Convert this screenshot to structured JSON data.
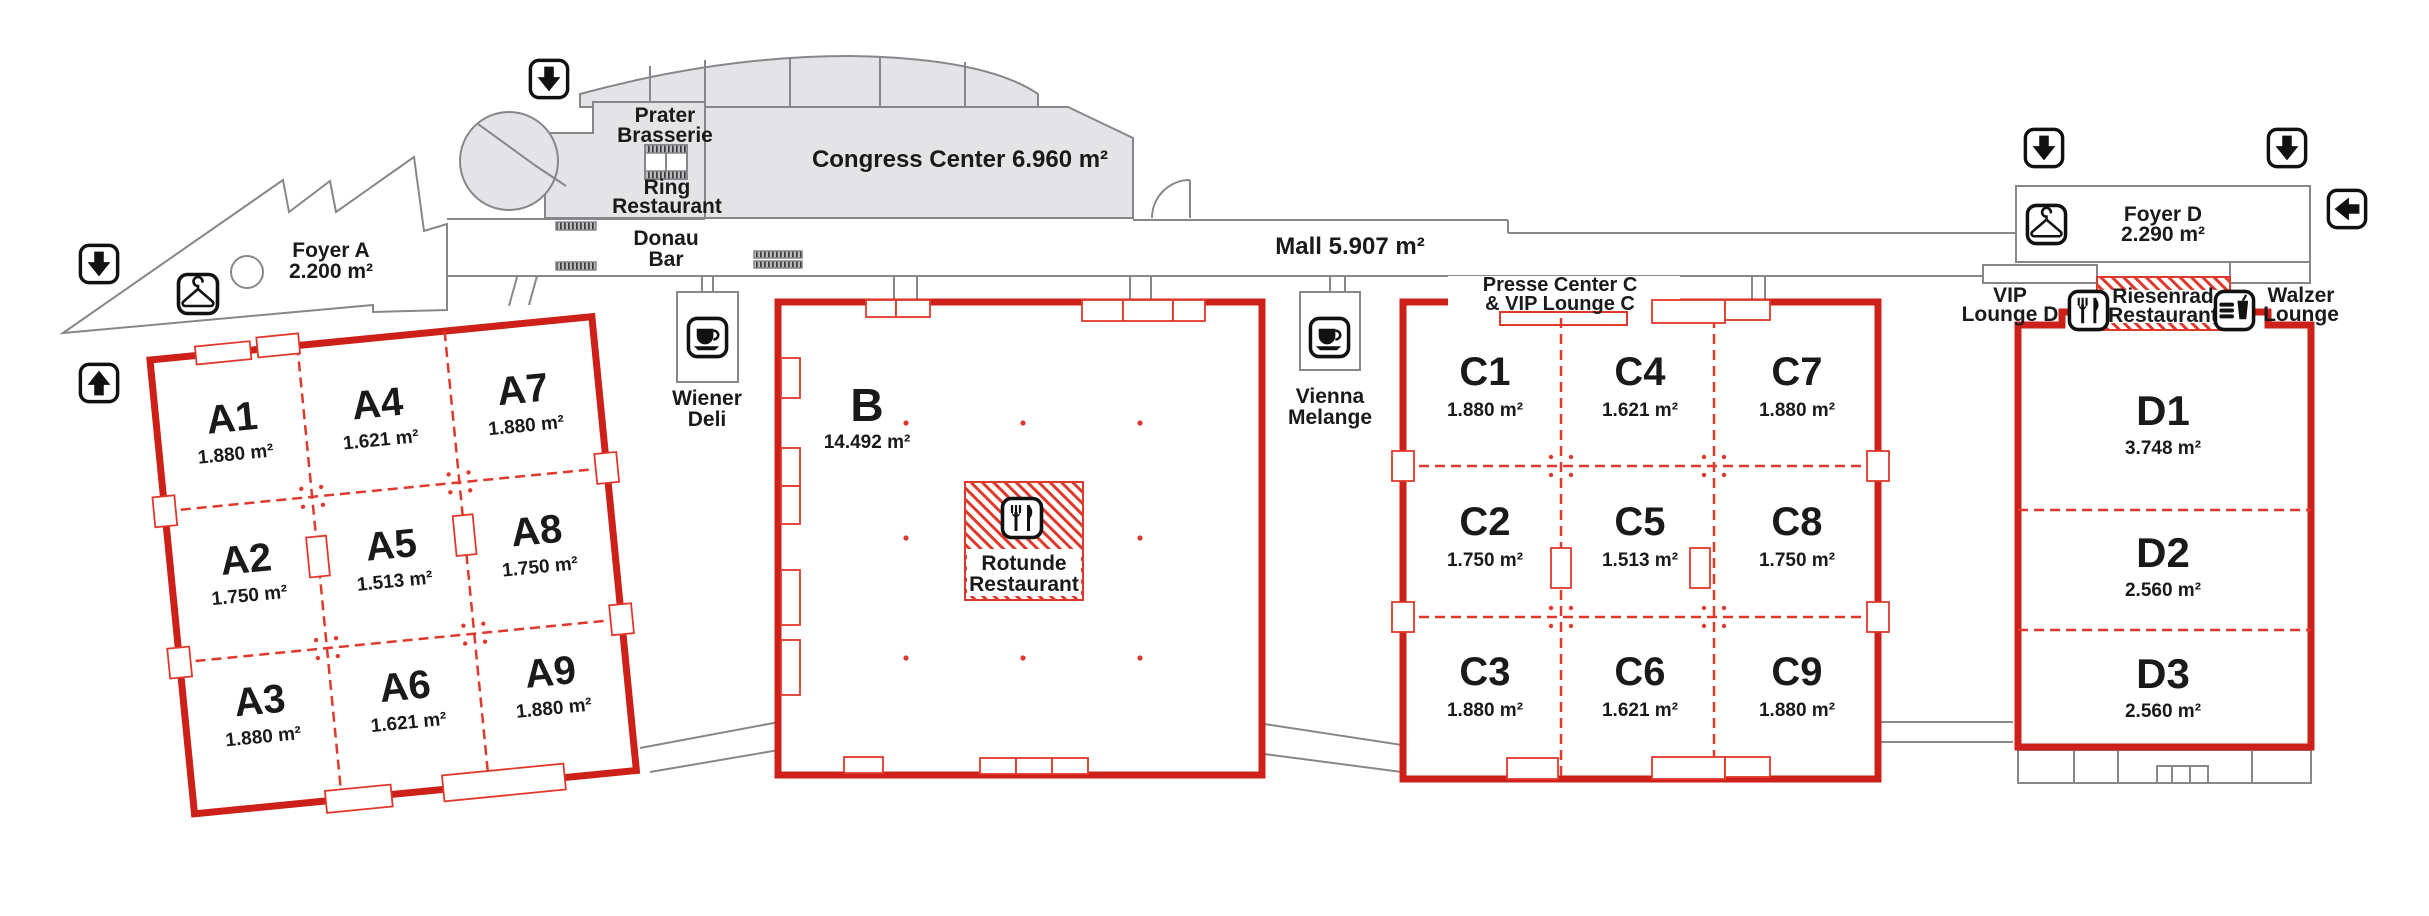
{
  "colors": {
    "hall-border": "#cc2018",
    "hall-accent": "#e0392b",
    "floor-fill": "#e4e4e6",
    "line-gray": "#85878a",
    "text": "#1a1a1a"
  },
  "areas": {
    "foyer_a": {
      "name": "Foyer A",
      "size": "2.200 m²"
    },
    "congress": {
      "label": "Congress Center 6.960 m²"
    },
    "mall": {
      "label": "Mall 5.907 m²"
    },
    "foyer_d": {
      "name": "Foyer D",
      "size": "2.290 m²"
    },
    "presse": {
      "line1": "Presse Center C",
      "line2": "& VIP Lounge C"
    }
  },
  "venues": {
    "prater": {
      "line1": "Prater",
      "line2": "Brasserie"
    },
    "ring": {
      "line1": "Ring",
      "line2": "Restaurant"
    },
    "donau": {
      "line1": "Donau",
      "line2": "Bar"
    },
    "wiener_deli": {
      "line1": "Wiener",
      "line2": "Deli"
    },
    "vienna_melange": {
      "line1": "Vienna",
      "line2": "Melange"
    },
    "rotunde": {
      "line1": "Rotunde",
      "line2": "Restaurant"
    },
    "vip_lounge_d": {
      "line1": "VIP",
      "line2": "Lounge D"
    },
    "riesenrad": {
      "line1": "Riesenrad",
      "line2": "Restaurant"
    },
    "walzer": {
      "line1": "Walzer",
      "line2": "Lounge"
    }
  },
  "halls": {
    "a": {
      "cells": [
        {
          "id": "A1",
          "size": "1.880 m²"
        },
        {
          "id": "A4",
          "size": "1.621 m²"
        },
        {
          "id": "A7",
          "size": "1.880 m²"
        },
        {
          "id": "A2",
          "size": "1.750 m²"
        },
        {
          "id": "A5",
          "size": "1.513 m²"
        },
        {
          "id": "A8",
          "size": "1.750 m²"
        },
        {
          "id": "A3",
          "size": "1.880 m²"
        },
        {
          "id": "A6",
          "size": "1.621 m²"
        },
        {
          "id": "A9",
          "size": "1.880 m²"
        }
      ]
    },
    "b": {
      "id": "B",
      "size": "14.492 m²"
    },
    "c": {
      "cells": [
        {
          "id": "C1",
          "size": "1.880 m²"
        },
        {
          "id": "C4",
          "size": "1.621 m²"
        },
        {
          "id": "C7",
          "size": "1.880 m²"
        },
        {
          "id": "C2",
          "size": "1.750 m²"
        },
        {
          "id": "C5",
          "size": "1.513 m²"
        },
        {
          "id": "C8",
          "size": "1.750 m²"
        },
        {
          "id": "C3",
          "size": "1.880 m²"
        },
        {
          "id": "C6",
          "size": "1.621 m²"
        },
        {
          "id": "C9",
          "size": "1.880 m²"
        }
      ]
    },
    "d": {
      "cells": [
        {
          "id": "D1",
          "size": "3.748 m²"
        },
        {
          "id": "D2",
          "size": "2.560 m²"
        },
        {
          "id": "D3",
          "size": "2.560 m²"
        }
      ]
    }
  },
  "icons": {
    "down_arrow": "entrance-down-arrow",
    "up_arrow": "entrance-up-arrow",
    "left_arrow": "entrance-left-arrow",
    "hanger": "cloakroom-hanger",
    "coffee": "cafe-coffee-cup",
    "fork_knife": "restaurant-cutlery",
    "burger_drink": "snack-bar"
  }
}
